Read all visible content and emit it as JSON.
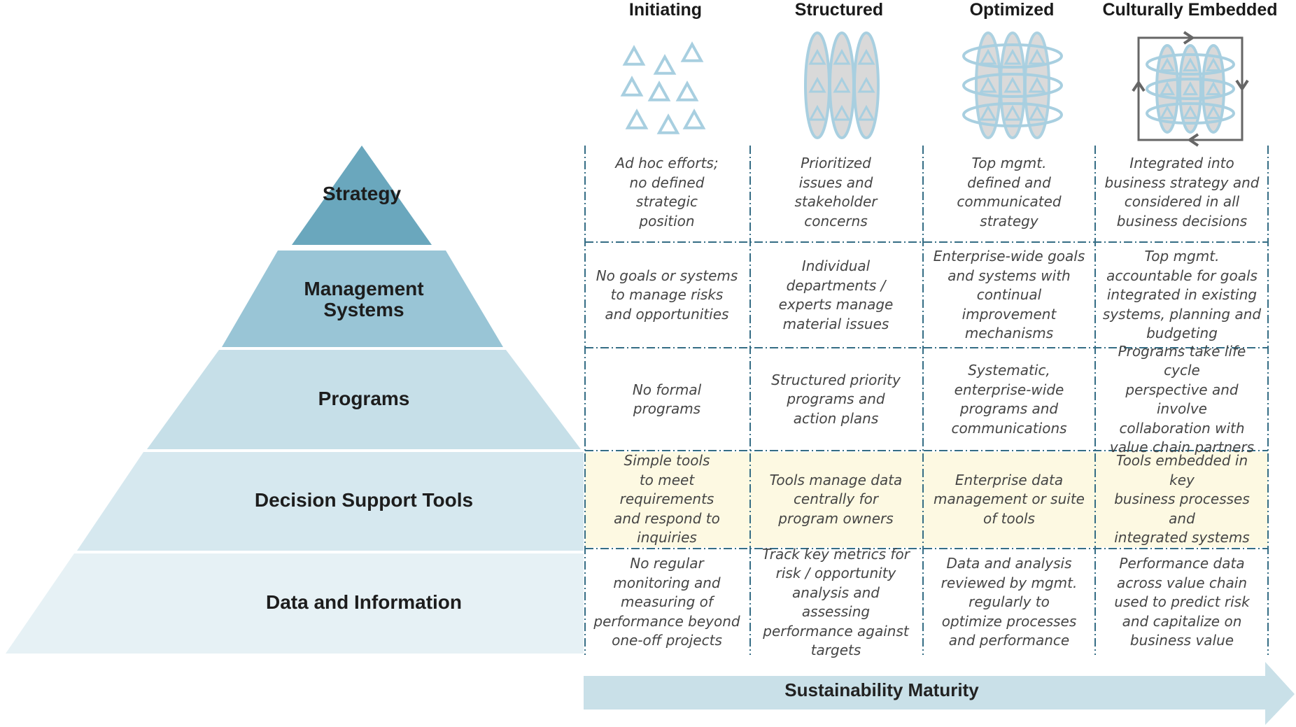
{
  "colors": {
    "pyramid": [
      "#6aa7bd",
      "#99c5d6",
      "#c6dfe8",
      "#d6e8ef",
      "#e6f1f5"
    ],
    "icon_stroke": "#a8cfe0",
    "icon_fill": "#d9d9d9",
    "highlight_row": "#fdf9e2",
    "arrow": "#c9e0e8",
    "grid_line": "#356d85"
  },
  "maturity_stages": [
    "Initiating",
    "Structured",
    "Optimized",
    "Culturally Embedded"
  ],
  "stage_icons": [
    "scattered-triangles-icon",
    "structured-triangles-icon",
    "optimized-triangles-icon",
    "cycle-triangles-icon"
  ],
  "pyramid_layers": [
    {
      "label_lines": [
        "Strategy"
      ]
    },
    {
      "label_lines": [
        "Management",
        "Systems"
      ]
    },
    {
      "label_lines": [
        "Programs"
      ]
    },
    {
      "label_lines": [
        "Decision Support Tools"
      ]
    },
    {
      "label_lines": [
        "Data and Information"
      ]
    }
  ],
  "matrix": [
    [
      [
        "Ad hoc efforts;",
        "no defined",
        "strategic",
        "position"
      ],
      [
        "Prioritized",
        "issues and",
        "stakeholder",
        "concerns"
      ],
      [
        "Top mgmt.",
        "defined and",
        "communicated",
        "strategy"
      ],
      [
        "Integrated into",
        "business strategy and",
        "considered in all",
        "business decisions"
      ]
    ],
    [
      [
        "No goals or systems",
        "to manage risks",
        "and opportunities"
      ],
      [
        "Individual",
        "departments /",
        "experts manage",
        "material issues"
      ],
      [
        "Enterprise-wide goals",
        "and systems with",
        "continual",
        "improvement",
        "mechanisms"
      ],
      [
        "Top mgmt.",
        "accountable for goals",
        "integrated in existing",
        "systems, planning and",
        "budgeting"
      ]
    ],
    [
      [
        "No formal",
        "programs"
      ],
      [
        "Structured priority",
        "programs and",
        "action plans"
      ],
      [
        "Systematic,",
        "enterprise-wide",
        "programs and",
        "communications"
      ],
      [
        "Programs take life cycle",
        "perspective and involve",
        "collaboration with",
        "value chain partners"
      ]
    ],
    [
      [
        "Simple tools",
        "to meet requirements",
        "and respond to",
        "inquiries"
      ],
      [
        "Tools manage data",
        "centrally for",
        "program owners"
      ],
      [
        "Enterprise data",
        "management or suite",
        "of tools"
      ],
      [
        "Tools embedded in key",
        "business processes and",
        "integrated systems"
      ]
    ],
    [
      [
        "No regular",
        "monitoring and",
        "measuring of",
        "performance beyond",
        "one-off projects"
      ],
      [
        "Track key metrics for",
        "risk / opportunity",
        "analysis and assessing",
        "performance against",
        "targets"
      ],
      [
        "Data and analysis",
        "reviewed by mgmt.",
        "regularly to",
        "optimize processes",
        "and performance"
      ],
      [
        "Performance data",
        "across value chain",
        "used to predict risk",
        "and capitalize on",
        "business value"
      ]
    ]
  ],
  "arrow_label": "Sustainability Maturity"
}
